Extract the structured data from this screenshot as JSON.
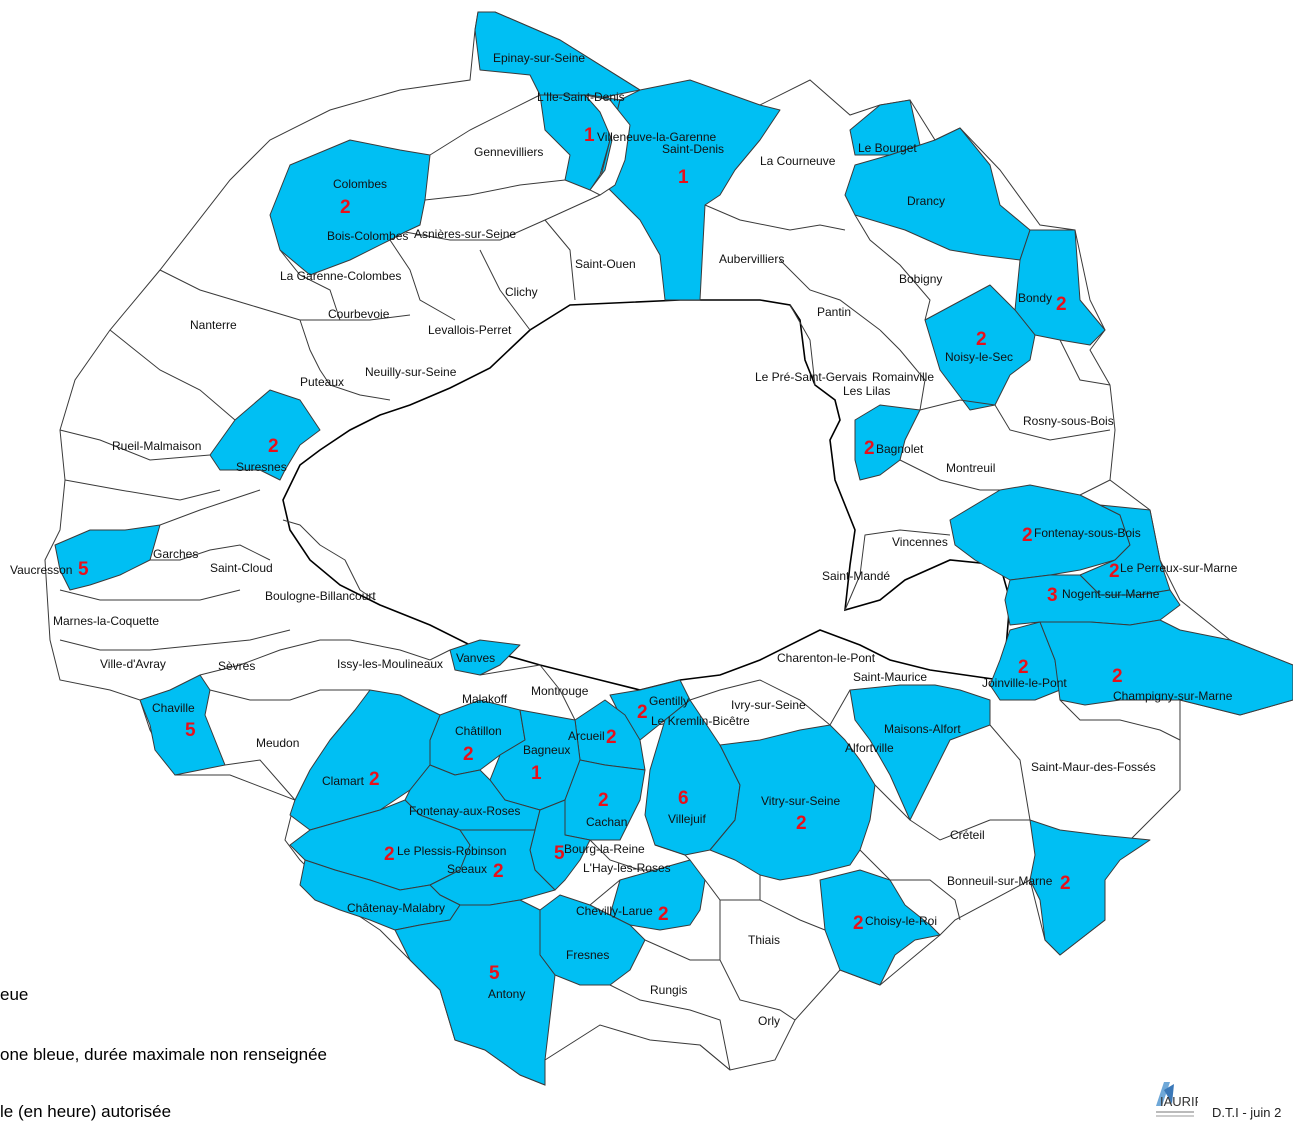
{
  "colors": {
    "zone_bleue": "#00BFF3",
    "duration_number": "#e8101a",
    "border": "#3a3a3a"
  },
  "legend": {
    "line1": "eue",
    "line2": "one bleue, durée maximale non renseignée",
    "line3": "le (en heure) autorisée"
  },
  "credit": "D.T.I - juin 2",
  "logo": {
    "icon": "iaurif-logo",
    "text": "IAURIF"
  },
  "communes": {
    "epinay": "Epinay-sur-Seine",
    "ile_st_denis": "L'Ile-Saint-Denis",
    "villeneuve": "Villeneuve-la-Garenne",
    "st_denis": "Saint-Denis",
    "gennevilliers": "Gennevilliers",
    "la_courneuve": "La Courneuve",
    "le_bourget": "Le Bourget",
    "colombes": "Colombes",
    "drancy": "Drancy",
    "bois_colombes": "Bois-Colombes",
    "asnieres": "Asnières-sur-Seine",
    "st_ouen": "Saint-Ouen",
    "aubervilliers": "Aubervilliers",
    "la_garenne": "La Garenne-Colombes",
    "bobigny": "Bobigny",
    "clichy": "Clichy",
    "bondy": "Bondy",
    "nanterre": "Nanterre",
    "courbevoie": "Courbevoie",
    "levallois": "Levallois-Perret",
    "pantin": "Pantin",
    "noisy": "Noisy-le-Sec",
    "puteaux": "Puteaux",
    "neuilly": "Neuilly-sur-Seine",
    "pre_st_gervais": "Le Pré-Saint-Gervais",
    "romainville": "Romainville",
    "les_lilas": "Les Lilas",
    "rueil": "Rueil-Malmaison",
    "suresnes": "Suresnes",
    "bagnolet": "Bagnolet",
    "rosny": "Rosny-sous-Bois",
    "montreuil": "Montreuil",
    "fontenay_bois": "Fontenay-sous-Bois",
    "vincennes": "Vincennes",
    "perreux": "Le Perreux-sur-Marne",
    "garches": "Garches",
    "vaucresson": "Vaucresson",
    "st_cloud": "Saint-Cloud",
    "st_mande": "Saint-Mandé",
    "nogent": "Nogent-sur-Marne",
    "boulogne": "Boulogne-Billancourt",
    "marnes": "Marnes-la-Coquette",
    "charenton": "Charenton-le-Pont",
    "joinville": "Joinville-le-Pont",
    "champigny": "Champigny-sur-Marne",
    "st_maurice": "Saint-Maurice",
    "ville_avray": "Ville-d'Avray",
    "sevres": "Sèvres",
    "issy": "Issy-les-Moulineaux",
    "vanves": "Vanves",
    "malakoff": "Malakoff",
    "montrouge": "Montrouge",
    "gentilly": "Gentilly",
    "kremlin": "Le Kremlin-Bicêtre",
    "ivry": "Ivry-sur-Seine",
    "chaville": "Chaville",
    "maisons": "Maisons-Alfort",
    "chatillon": "Châtillon",
    "arcueil": "Arcueil",
    "meudon": "Meudon",
    "alfortville": "Alfortville",
    "bagneux": "Bagneux",
    "st_maur": "Saint-Maur-des-Fossés",
    "clamart": "Clamart",
    "fontenay_roses": "Fontenay-aux-Roses",
    "cachan": "Cachan",
    "vitry": "Vitry-sur-Seine",
    "villejuif": "Villejuif",
    "creteil": "Créteil",
    "plessis": "Le Plessis-Robinson",
    "bourg_reine": "Bourg-la-Reine",
    "sceaux": "Sceaux",
    "hay": "L'Hay-les-Roses",
    "bonneuil": "Bonneuil-sur-Marne",
    "chatenay": "Châtenay-Malabry",
    "chevilly": "Chevilly-Larue",
    "choisy": "Choisy-le-Roi",
    "thiais": "Thiais",
    "fresnes": "Fresnes",
    "antony": "Antony",
    "rungis": "Rungis",
    "orly": "Orly"
  },
  "durations": {
    "ile_st_denis": "1",
    "st_denis": "1",
    "colombes": "2",
    "bondy": "2",
    "noisy": "2",
    "suresnes": "2",
    "bagnolet": "2",
    "fontenay_bois": "2",
    "perreux": "2",
    "vaucresson": "5",
    "nogent": "3",
    "joinville": "2",
    "champigny": "2",
    "chaville": "5",
    "gentilly": "2",
    "arcueil": "2",
    "chatillon": "2",
    "bagneux": "1",
    "clamart": "2",
    "cachan": "2",
    "villejuif": "6",
    "vitry": "2",
    "plessis": "2",
    "bourg_reine": "5",
    "sceaux": "2",
    "bonneuil": "2",
    "chevilly": "2",
    "choisy": "2",
    "antony": "5"
  }
}
